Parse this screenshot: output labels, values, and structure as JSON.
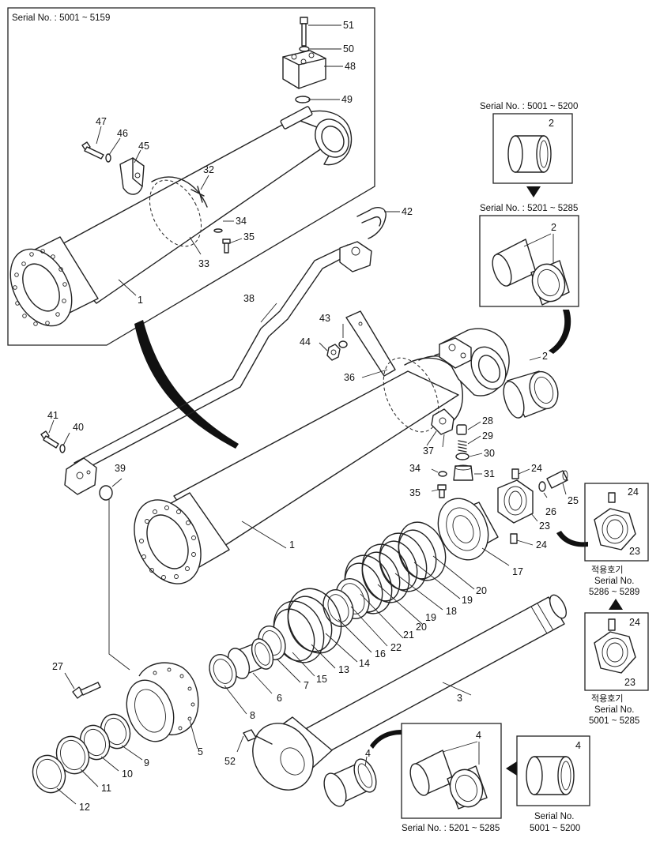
{
  "inset_top_left": {
    "serial": "Serial No. : 5001 ~ 5159"
  },
  "bushing_top_a": {
    "serial": "Serial No. : 5001 ~ 5200",
    "part": "2"
  },
  "bushing_top_b": {
    "serial": "Serial No. : 5201 ~ 5285",
    "part": "2"
  },
  "nut_inset_a": {
    "note": "적용호기",
    "serial_label": "Serial No.",
    "serial_range": "5286 ~ 5289",
    "part_screw": "24",
    "part_nut": "23"
  },
  "nut_inset_b": {
    "note": "적용호기",
    "serial_label": "Serial No.",
    "serial_range": "5001 ~ 5285",
    "part_screw": "24",
    "part_nut": "23"
  },
  "bushing_bottom_a": {
    "serial": "Serial No. : 5201 ~ 5285",
    "part": "4"
  },
  "bushing_bottom_b": {
    "serial_label": "Serial No.",
    "serial_range": "5001 ~ 5200",
    "part": "4"
  },
  "callouts": {
    "p1a": "1",
    "p1b": "1",
    "p2": "2",
    "p3": "3",
    "p4": "4",
    "p5": "5",
    "p6": "6",
    "p7": "7",
    "p8": "8",
    "p9": "9",
    "p10": "10",
    "p11": "11",
    "p12": "12",
    "p13": "13",
    "p14": "14",
    "p15": "15",
    "p16": "16",
    "p17": "17",
    "p18": "18",
    "p19a": "19",
    "p19b": "19",
    "p20a": "20",
    "p20b": "20",
    "p21": "21",
    "p22": "22",
    "p23": "23",
    "p24a": "24",
    "p24b": "24",
    "p25": "25",
    "p26": "26",
    "p27": "27",
    "p28": "28",
    "p29": "29",
    "p30": "30",
    "p31": "31",
    "p32": "32",
    "p33": "33",
    "p34a": "34",
    "p34b": "34",
    "p35a": "35",
    "p35b": "35",
    "p36": "36",
    "p37": "37",
    "p38": "38",
    "p39": "39",
    "p40": "40",
    "p41": "41",
    "p42": "42",
    "p43": "43",
    "p44": "44",
    "p45": "45",
    "p46": "46",
    "p47": "47",
    "p48": "48",
    "p49": "49",
    "p50": "50",
    "p51": "51",
    "p52": "52"
  }
}
